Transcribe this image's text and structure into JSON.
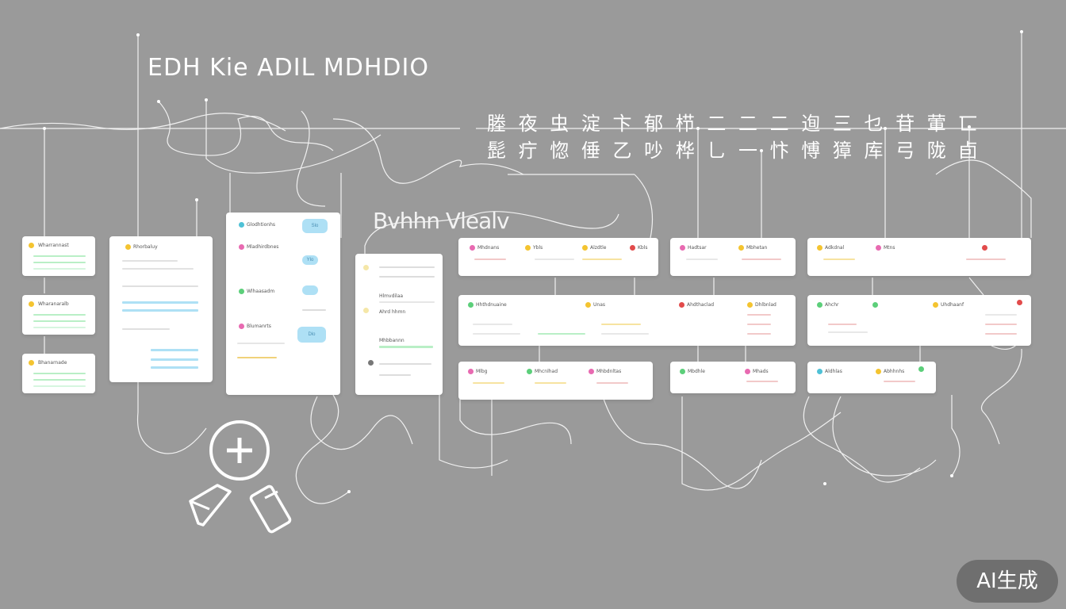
{
  "header": {
    "brand": "EDH Kie ADIL MDHDIO",
    "subtitle_line1": "塍 夜 虫 淀 卞 郁 栉 二 二 二 迿 三 乜 苷 葷 匸",
    "subtitle_line2": "髭 疔 惚 倕 乙 吵 桦 乚 一 忭 愽 獐 库 弓 陇 卣",
    "section_label": "Bvhhn Vlealv"
  },
  "colors": {
    "background": "#9a9a9a",
    "card": "#ffffff",
    "accent_blue": "#aee0f5",
    "accent_green": "#b9efc6",
    "dot_yellow": "#f4c430",
    "dot_pink": "#e86ab1",
    "dot_red": "#e24b4b",
    "dot_green": "#5ccf7a",
    "dot_teal": "#4fc1d6"
  },
  "left_cards": [
    {
      "title": "Wharrannast"
    },
    {
      "title": "Wharanaralb"
    },
    {
      "title": "Bhanarnade"
    }
  ],
  "detail_card": {
    "title": "Rhorbaluy"
  },
  "chat_card": {
    "items": [
      {
        "title": "Glodhtionhs",
        "pill": "Slo"
      },
      {
        "title": "Mladhirdbnes",
        "pill": "Ylo"
      },
      {
        "title": "Wlhaasadm",
        "pill": ""
      },
      {
        "title": "Blumanrts",
        "pill": "Dlo"
      }
    ]
  },
  "list_card": {
    "items": [
      "Hlmvdilaa",
      "Ahrd hhmn",
      "Mhbbannn"
    ]
  },
  "grid_cards": [
    {
      "labels": [
        "Mhdnans",
        "Ybls",
        "Alzdtle",
        "Kbls"
      ]
    },
    {
      "labels": [
        "Hadtsar",
        "Mbhetan"
      ]
    },
    {
      "labels": [
        "Adkdnal",
        "Mtns"
      ]
    },
    {
      "labels": [
        "Hhthdnuaine",
        "Unas",
        "Ahdthaclad",
        "Dhlbnlad"
      ]
    },
    {
      "labels": [
        "Ahchr",
        "Uhdhaanf"
      ]
    },
    {
      "labels": [
        "Mlbg",
        "Mhcnlhad",
        "Mhbdnltas"
      ]
    },
    {
      "labels": [
        "Mbdhle",
        "Mhads"
      ]
    },
    {
      "labels": [
        "Aldhlas",
        "Abhhnhs"
      ]
    }
  ],
  "icons": {
    "add": "plus-circle-icon",
    "pencil": "pencil-icon",
    "card": "card-icon"
  },
  "badge": {
    "label": "AI生成"
  }
}
